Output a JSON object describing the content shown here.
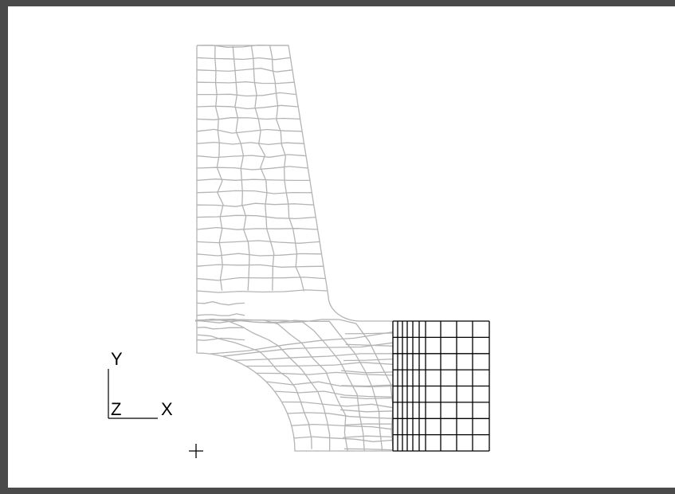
{
  "viewport": {
    "background": "#ffffff",
    "frame_color": "#4a4a4a"
  },
  "mesh": {
    "unstructured_color": "#b4b4b4",
    "structured_color": "#000000",
    "structured_region": {
      "columns": 9,
      "rows": 8
    }
  },
  "triad": {
    "y_label": "Y",
    "z_label": "Z",
    "x_label": "X",
    "color": "#000000"
  },
  "origin_marker": {
    "symbol": "plus",
    "color": "#000000"
  }
}
